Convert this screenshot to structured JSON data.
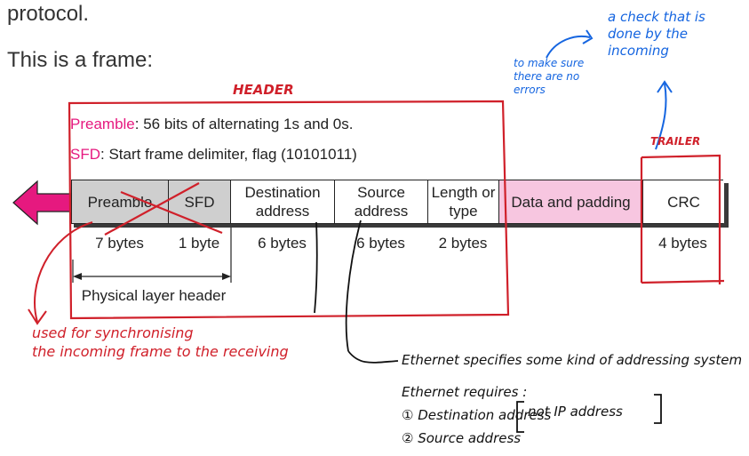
{
  "intro": {
    "line1": "protocol.",
    "line2": "This is a frame:"
  },
  "legend": {
    "preamble_key": "Preamble",
    "preamble_text": ": 56 bits of alternating 1s and 0s.",
    "sfd_key": "SFD",
    "sfd_text": ": Start frame delimiter, flag (10101011)"
  },
  "frame": {
    "fields": [
      {
        "label": "Preamble",
        "size": "7 bytes"
      },
      {
        "label": "SFD",
        "size": "1 byte"
      },
      {
        "label": "Destination address",
        "size": "6 bytes"
      },
      {
        "label": "Source address",
        "size": "6 bytes"
      },
      {
        "label": "Length or type",
        "size": "2 bytes"
      },
      {
        "label": "Data and padding",
        "size": ""
      },
      {
        "label": "CRC",
        "size": "4 bytes"
      }
    ],
    "physical_header_label": "Physical layer header"
  },
  "annotations": {
    "header": "HEADER",
    "trailer": "TRAILER",
    "check_note": "a check that is done by the incoming",
    "errors_note": "to make sure there are no errors",
    "sync_note_line1": "used for synchronising",
    "sync_note_line2": "the incoming frame to the receiving",
    "eth_line1": "Ethernet specifies some kind of addressing system",
    "eth_line2": "Ethernet requires :",
    "eth_line3": "① Destination address",
    "eth_line4": "② Source address",
    "not_ip": "not IP address"
  },
  "colors": {
    "ink_red": "#d0202a",
    "ink_blue": "#1565e0",
    "accent_pink": "#e6197f",
    "cell_gray": "#cfcfcf",
    "cell_pink": "#f7c6e0"
  }
}
